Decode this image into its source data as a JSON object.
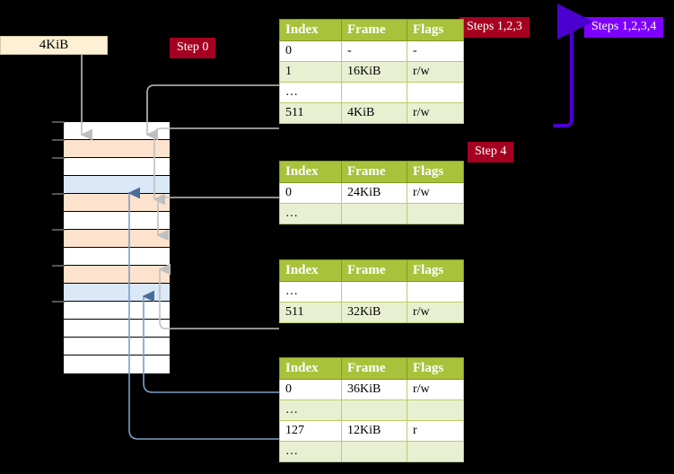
{
  "labels": {
    "mem_size": "4KiB",
    "step0": "Step 0",
    "step4": "Step 4",
    "steps123": "Steps 1,2,3",
    "steps1234": "Steps 1,2,3,4"
  },
  "colors": {
    "badge_dark": "#a60021",
    "badge_violet": "#7d00ff",
    "table_header": "#a8c23c",
    "table_alt_row": "#e9f0d2",
    "highlight": "#ffff99",
    "mem_orange": "#fde3cd",
    "mem_blue": "#dae8f7",
    "mem_size_box": "#fdf0d5",
    "wire_gray": "#bfbfbf",
    "wire_blue": "#7d9dc4",
    "arrow_violet": "#4b00d0"
  },
  "table_columns": [
    "Index",
    "Frame",
    "Flags"
  ],
  "tables": [
    {
      "name": "pml4-table",
      "rows": [
        {
          "index": "0",
          "frame": "-",
          "flags": "-",
          "style": "plain",
          "highlight": false
        },
        {
          "index": "1",
          "frame": "16KiB",
          "flags": "r/w",
          "style": "alt",
          "highlight": false
        },
        {
          "index": "…",
          "frame": "",
          "flags": "",
          "style": "plain",
          "highlight": false
        },
        {
          "index": "511",
          "frame": "4KiB",
          "flags": "r/w",
          "style": "alt",
          "highlight": true
        }
      ]
    },
    {
      "name": "pdp-table",
      "rows": [
        {
          "index": "0",
          "frame": "24KiB",
          "flags": "r/w",
          "style": "plain",
          "highlight": false
        },
        {
          "index": "…",
          "frame": "",
          "flags": "",
          "style": "alt",
          "highlight": false
        }
      ]
    },
    {
      "name": "pd-table",
      "rows": [
        {
          "index": "…",
          "frame": "",
          "flags": "",
          "style": "plain",
          "highlight": false
        },
        {
          "index": "511",
          "frame": "32KiB",
          "flags": "r/w",
          "style": "alt",
          "highlight": false
        }
      ]
    },
    {
      "name": "pt-table",
      "rows": [
        {
          "index": "0",
          "frame": "36KiB",
          "flags": "r/w",
          "style": "plain",
          "highlight": false
        },
        {
          "index": "…",
          "frame": "",
          "flags": "",
          "style": "alt",
          "highlight": false
        },
        {
          "index": "127",
          "frame": "12KiB",
          "flags": "r",
          "style": "plain",
          "highlight": false
        },
        {
          "index": "…",
          "frame": "",
          "flags": "",
          "style": "alt",
          "highlight": false
        }
      ]
    }
  ],
  "memory_rows": [
    {
      "fill": "white"
    },
    {
      "fill": "orange"
    },
    {
      "fill": "white"
    },
    {
      "fill": "blue"
    },
    {
      "fill": "orange"
    },
    {
      "fill": "white"
    },
    {
      "fill": "orange"
    },
    {
      "fill": "white"
    },
    {
      "fill": "orange"
    },
    {
      "fill": "blue"
    },
    {
      "fill": "white"
    },
    {
      "fill": "white"
    },
    {
      "fill": "white"
    },
    {
      "fill": "white"
    }
  ],
  "ticks": [
    135,
    155,
    175,
    215,
    255,
    295,
    335
  ]
}
